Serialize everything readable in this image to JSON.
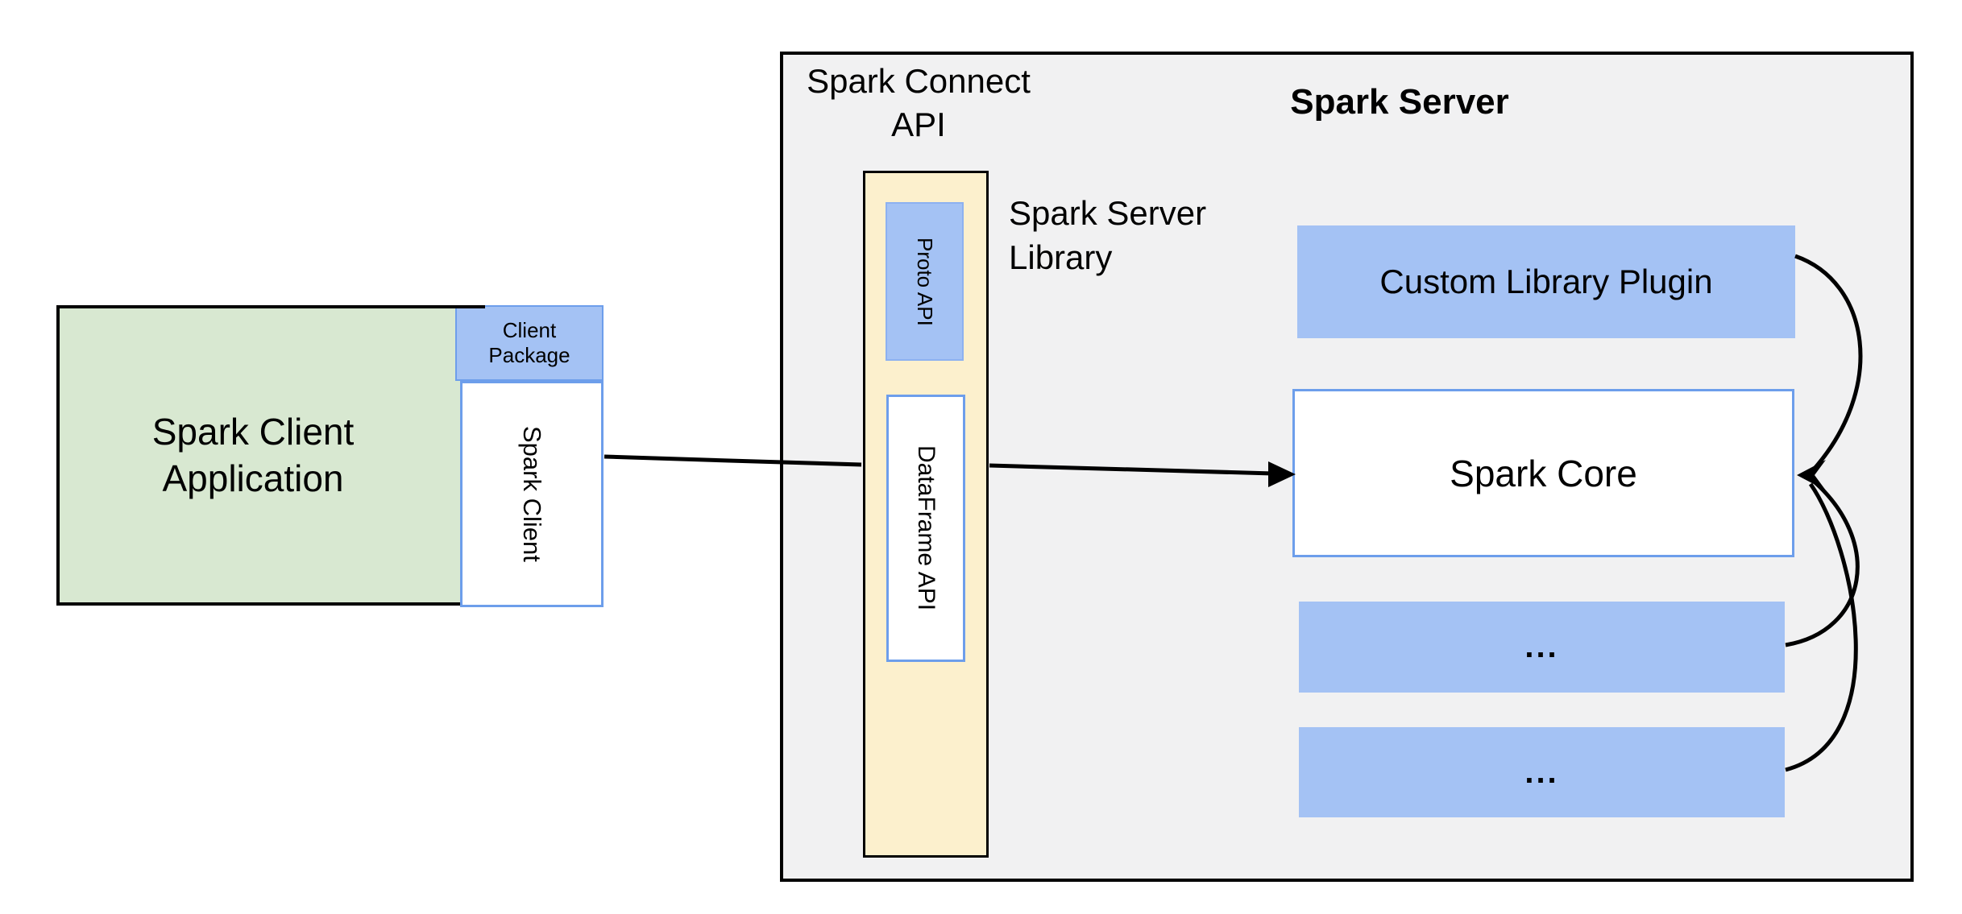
{
  "diagram": {
    "client": {
      "app_label": "Spark Client Application",
      "package_label": "Client Package",
      "spark_client_label": "Spark Client"
    },
    "connect_api_label": "Spark Connect API",
    "server": {
      "title": "Spark Server",
      "library_label": "Spark Server Library",
      "proto_api_label": "Proto API",
      "dataframe_api_label": "DataFrame API",
      "plugin_label": "Custom Library Plugin",
      "core_label": "Spark Core",
      "ellipsis_1": "...",
      "ellipsis_2": "..."
    },
    "colors": {
      "blue_fill": "#a4c2f4",
      "blue_border": "#6d9eeb",
      "green_fill": "#d8e8d1",
      "yellow_fill": "#fcf0cd",
      "container_fill": "#f1f1f2",
      "border_black": "#000000",
      "arrow": "#000000"
    }
  }
}
